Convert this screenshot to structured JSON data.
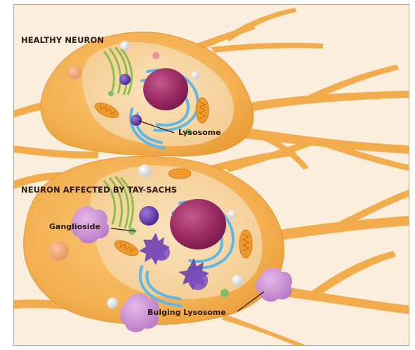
{
  "labels": {
    "healthy_title": "HEALTHY NEURON",
    "affected_title": "NEURON AFFECTED BY TAY-SACHS",
    "lysosome": "Lysosome",
    "ganglioside": "Ganglioside",
    "bulging_lysosome": "Bulging Lysosome"
  },
  "colors": {
    "background": "#fbeedd",
    "neuron_body": "#f5b55a",
    "neuron_edge": "#e8952c",
    "cytoplasm": "#f7d9a8",
    "nucleus": "#9b2a63",
    "endoplasmic_reticulum": "#5fb7e4",
    "golgi": "#9cc65a",
    "mitochondria": "#ef9a2c",
    "lysosome": "#5a2ca0",
    "bulging_lysosome": "#c98fd0",
    "ganglioside": "#6d3fb0",
    "label_text": "#2a1a10"
  }
}
